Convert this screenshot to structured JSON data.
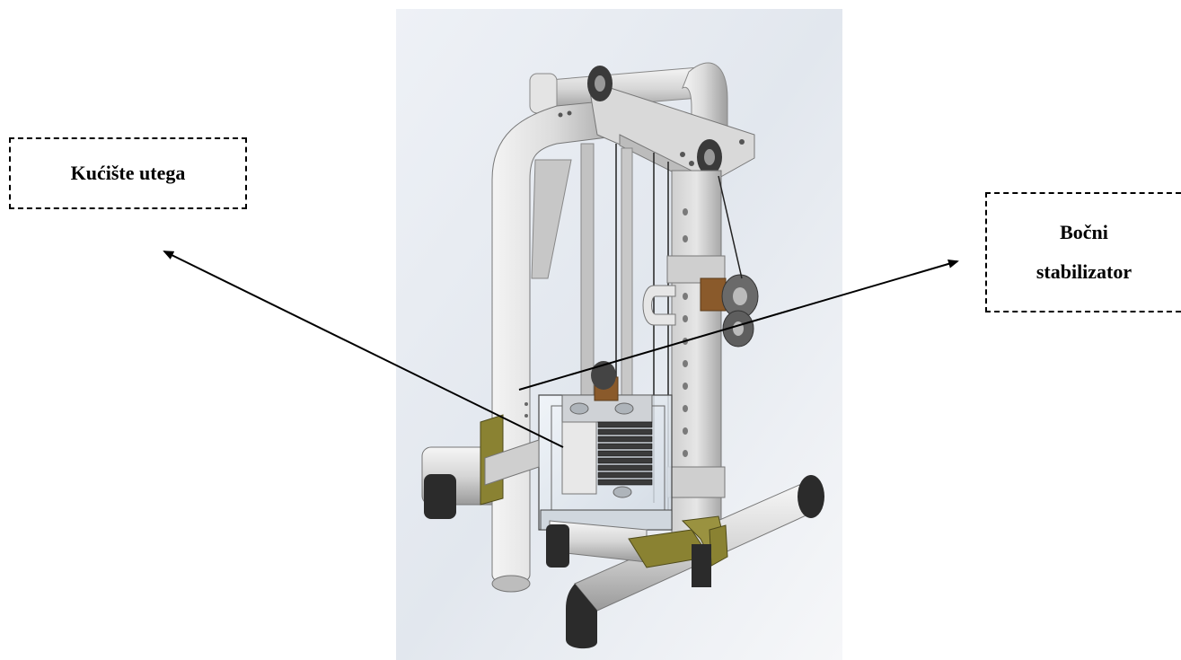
{
  "callouts": {
    "left": {
      "label": "Kućište utega"
    },
    "right": {
      "line1": "Bočni",
      "line2": "stabilizator"
    }
  },
  "colors": {
    "frame": "#d9d9d9",
    "frame_shade": "#9c9c9c",
    "bracket": "#8a8232",
    "foot_cap": "#2b2b2b",
    "bronze": "#8a5a2b",
    "background_tint": "#e8ecf2"
  }
}
